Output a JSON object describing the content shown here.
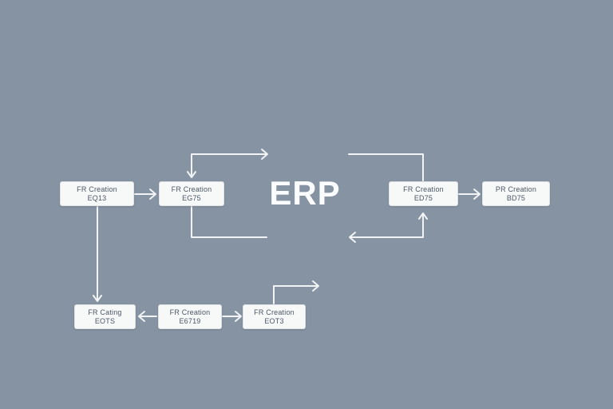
{
  "title": {
    "text": "ERP"
  },
  "colors": {
    "background": "#8693a2",
    "box_fill": "#f7f8f8",
    "box_border": "#dfe3e6",
    "box_text": "#4d5765",
    "connector_line": "#f1f3f4",
    "title_text": "#fbfcfd"
  },
  "boxes": {
    "top_left_outer": {
      "line1": "FR Creation",
      "line2": "EQ13"
    },
    "top_left_inner": {
      "line1": "FR Creation",
      "line2": "EG75"
    },
    "top_right_inner": {
      "line1": "FR Creation",
      "line2": "ED75"
    },
    "top_right_outer": {
      "line1": "PR Creation",
      "line2": "BD75"
    },
    "bottom_left": {
      "line1": "FR Cating",
      "line2": "EOTS"
    },
    "bottom_middle": {
      "line1": "FR Creation",
      "line2": "E6719"
    },
    "bottom_right": {
      "line1": "FR Creation",
      "line2": "EOT3"
    }
  },
  "edges": [
    {
      "from": "top_left_outer",
      "to": "top_left_inner",
      "shape": "straight-right-arrow"
    },
    {
      "from": "top_left_inner",
      "to": "center",
      "shape": "elbow-up-then-right, chevrons down into box and right toward center"
    },
    {
      "from": "top_left_inner",
      "to": "center",
      "shape": "elbow-down-then-right, no arrowhead"
    },
    {
      "from": "center",
      "to": "top_right_inner",
      "shape": "elbow-right-then-down, no arrowhead"
    },
    {
      "from": "center",
      "to": "top_right_inner",
      "shape": "elbow-bottom, chevrons up into box and left toward center"
    },
    {
      "from": "top_right_inner",
      "to": "top_right_outer",
      "shape": "straight-right-arrow"
    },
    {
      "from": "top_left_outer",
      "to": "bottom_left",
      "shape": "straight-down-arrow"
    },
    {
      "from": "bottom_middle",
      "to": "bottom_left",
      "shape": "straight-left-arrow"
    },
    {
      "from": "bottom_middle",
      "to": "bottom_right",
      "shape": "straight-right-arrow"
    },
    {
      "from": "bottom_right",
      "to": "up-right",
      "shape": "elbow-up-then-right-arrow"
    }
  ]
}
